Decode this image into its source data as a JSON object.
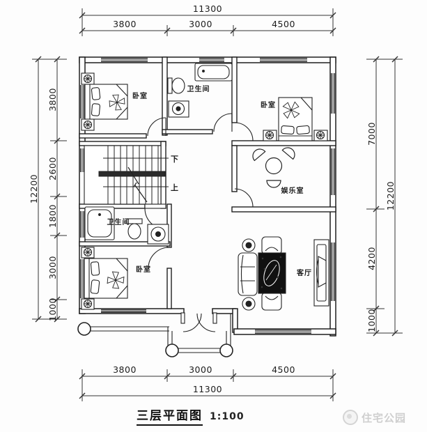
{
  "title": {
    "text": "三层平面图",
    "scale": "1:100"
  },
  "watermark": {
    "brand": "住宅公园"
  },
  "dims": {
    "top": {
      "total": "11300",
      "segments": [
        "3800",
        "3000",
        "4500"
      ]
    },
    "bottom": {
      "total": "11300",
      "segments": [
        "3800",
        "3000",
        "4500"
      ]
    },
    "left": {
      "total": "12200",
      "segments": [
        "3800",
        "2600",
        "1800",
        "3000",
        "1000"
      ]
    },
    "right": {
      "total": "12200",
      "segments": [
        "7000",
        "4200",
        "1000"
      ]
    }
  },
  "rooms": {
    "bedroom_top_left": "卧室",
    "bathroom_top": "卫生间",
    "bedroom_top_right": "卧室",
    "entertainment_room": "娱乐室",
    "bathroom_lower": "卫生间",
    "bedroom_lower": "卧室",
    "living_room": "客厅"
  },
  "stairs": {
    "down": "下",
    "up": "上"
  }
}
